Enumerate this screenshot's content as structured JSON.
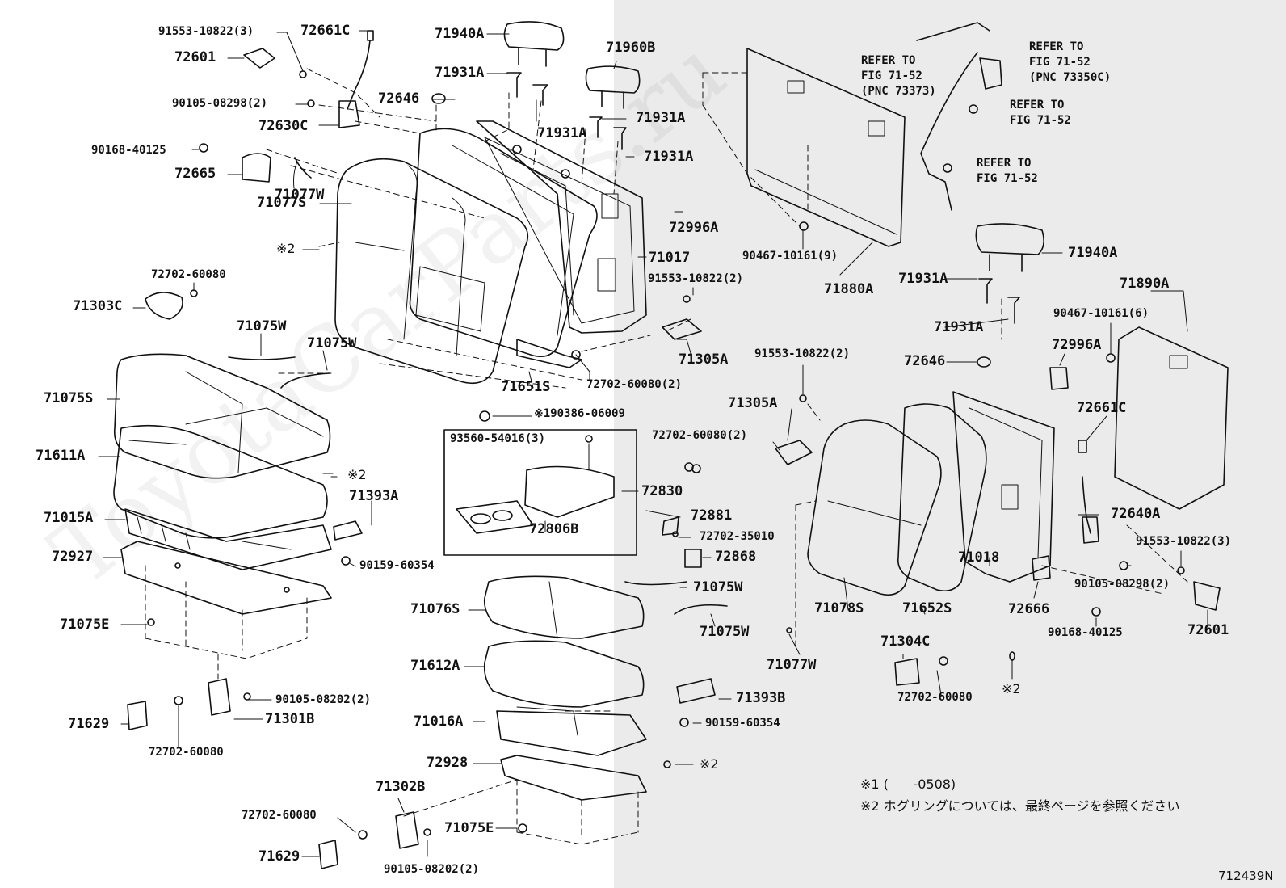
{
  "diagram_id": "712439N",
  "watermark": "ToyotaCarParts.ru",
  "notes": {
    "note1": "※1 (      -0508)",
    "note2": "※2 ホグリングについては、最終ページを参照ください"
  },
  "references": [
    "REFER TO\nFIG 71-52\n(PNC 73373)",
    "REFER TO\nFIG 71-52\n(PNC 73350C)",
    "REFER TO\nFIG 71-52",
    "REFER TO\nFIG 71-52"
  ],
  "labels": {
    "p91553_10822_3_top": "91553-10822(3)",
    "p72661C_top": "72661C",
    "p72601_top": "72601",
    "p90105_08298_2_top": "90105-08298(2)",
    "p72630C": "72630C",
    "p90168_40125_top": "90168-40125",
    "p72665": "72665",
    "p71077W_top": "71077W",
    "p71077S": "71077S",
    "hog_1": "※2",
    "p72702_60080_a": "72702-60080",
    "p71303C": "71303C",
    "p71075W_a": "71075W",
    "p71075W_b": "71075W",
    "p71075S": "71075S",
    "p71611A": "71611A",
    "hog_2": "※2",
    "p71393A": "71393A",
    "p71015A": "71015A",
    "p72927": "72927",
    "p90159_60354_a": "90159-60354",
    "p71075E_a": "71075E",
    "p90105_08202_a": "90105-08202(2)",
    "p71301B": "71301B",
    "p71629_a": "71629",
    "p72702_60080_b": "72702-60080",
    "p71940A_top": "71940A",
    "p71960B": "71960B",
    "p71931A_1": "71931A",
    "p72646_top": "72646",
    "p71931A_2": "71931A",
    "p71931A_3": "71931A",
    "p71931A_4": "71931A",
    "p72996A_top": "72996A",
    "p71017": "71017",
    "p91553_10822_2_a": "91553-10822(2)",
    "p71305A_a": "71305A",
    "p72702_60080_2_a": "72702-60080(2)",
    "p71651S": "71651S",
    "p90386_06009": "※190386-06009",
    "p93560_54016": "93560-54016(3)",
    "p72830": "72830",
    "p72806B": "72806B",
    "p72881": "72881",
    "p72702_35010": "72702-35010",
    "p72868": "72868",
    "p71075W_c": "71075W",
    "p71076S": "71076S",
    "p71075W_d": "71075W",
    "p71612A": "71612A",
    "p71393B": "71393B",
    "p71016A": "71016A",
    "p90159_60354_b": "90159-60354",
    "p72928": "72928",
    "hog_3": "※2",
    "p71302B": "71302B",
    "p72702_60080_c": "72702-60080",
    "p71075E_b": "71075E",
    "p71629_b": "71629",
    "p90105_08202_b": "90105-08202(2)",
    "p90467_10161_9": "90467-10161(9)",
    "p71880A": "71880A",
    "p71940A_right": "71940A",
    "p71931A_5": "71931A",
    "p71931A_6": "71931A",
    "p71890A": "71890A",
    "p90467_10161_6": "90467-10161(6)",
    "p91553_10822_2_b": "91553-10822(2)",
    "p72646_right": "72646",
    "p72996A_right": "72996A",
    "p71305A_b": "71305A",
    "p72702_60080_2_b": "72702-60080(2)",
    "p72661C_right": "72661C",
    "p72640A": "72640A",
    "p91553_10822_3_right": "91553-10822(3)",
    "p71018": "71018",
    "p90105_08298_2_right": "90105-08298(2)",
    "p72666": "72666",
    "p72601_right": "72601",
    "p90168_40125_right": "90168-40125",
    "p71078S": "71078S",
    "p71652S": "71652S",
    "p71304C": "71304C",
    "p71077W_right": "71077W",
    "p72702_60080_d": "72702-60080",
    "hog_4": "※2"
  }
}
